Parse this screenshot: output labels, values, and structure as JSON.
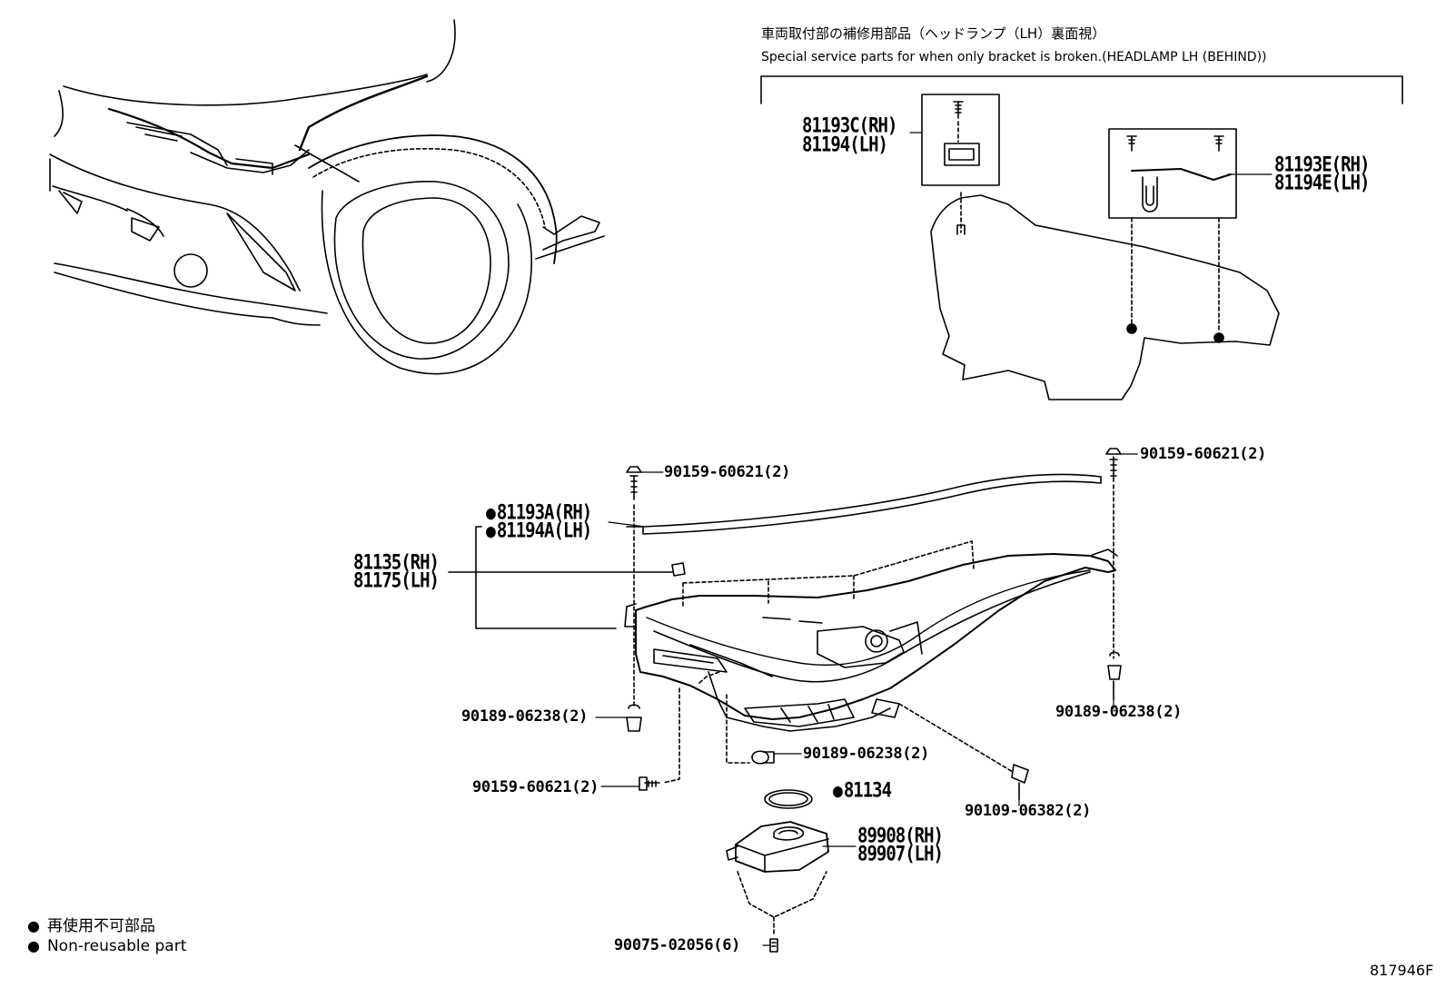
{
  "header": {
    "jp": "車両取付部の補修用部品（ヘッドランプ（LH）裏面視）",
    "en": "Special service parts for when only bracket is broken.(HEADLAMP LH (BEHIND))"
  },
  "inset": {
    "bracket_c": {
      "rh": "81193C(RH)",
      "lh": "81194(LH)"
    },
    "bracket_e": {
      "rh": "81193E(RH)",
      "lh": "81194E(LH)"
    }
  },
  "parts": {
    "screw_top_left": "90159-60621(2)",
    "screw_top_right": "90159-60621(2)",
    "bracket_a_rh": "81193A(RH)",
    "bracket_a_lh": "81194A(LH)",
    "headlamp_rh": "81135(RH)",
    "headlamp_lh": "81175(LH)",
    "nut_left": "90189-06238(2)",
    "nut_right": "90189-06238(2)",
    "nut_center": "90189-06238(2)",
    "screw_bottom_left": "90159-60621(2)",
    "gasket": "81134",
    "bolt_right": "90109-06382(2)",
    "computer_rh": "89908(RH)",
    "computer_lh": "89907(LH)",
    "screw_bottom": "90075-02056(6)"
  },
  "legend": {
    "jp": "再使用不可部品",
    "en": "Non-reusable part",
    "bullet": "●"
  },
  "ref_code": "817946F"
}
